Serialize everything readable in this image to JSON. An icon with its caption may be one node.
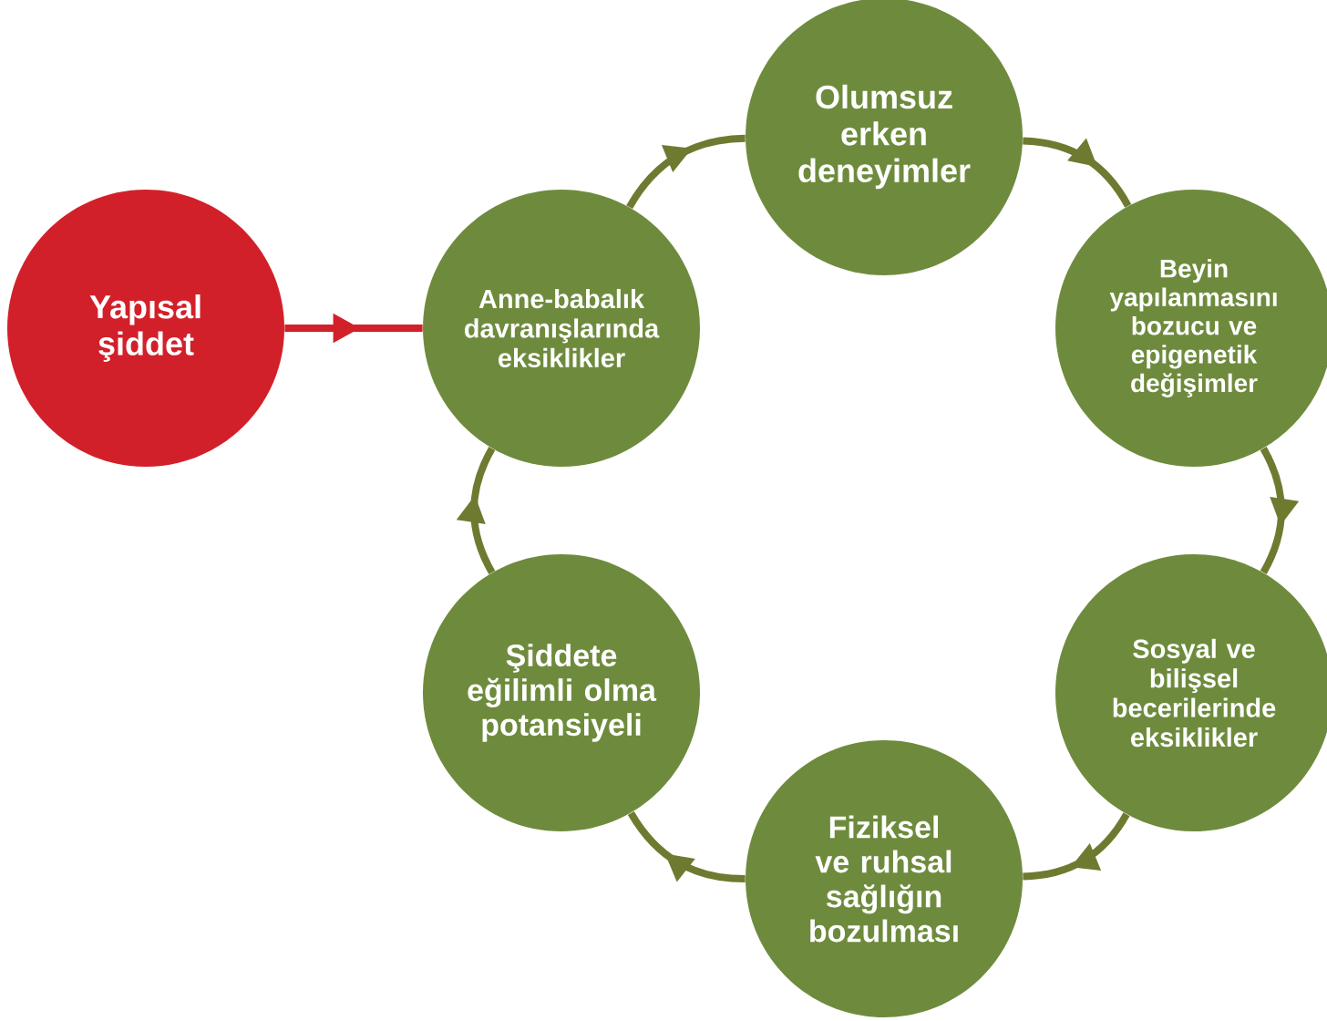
{
  "diagram": {
    "nodes": [
      {
        "text": [
          "Yapısal şiddet"
        ]
      },
      {
        "text": [
          "Anne-babalık davranışlarında eksiklikler"
        ]
      },
      {
        "text": [
          "Olumsuz erken deneyimler"
        ]
      },
      {
        "text": [
          "Beyin yapılanmasını bozucu ve epigenetik değişimler"
        ]
      },
      {
        "text": [
          "Sosyal ve bilişsel becerilerinde eksiklikler"
        ]
      },
      {
        "text": [
          "Fiziksel ve ruhsal sağlığın bozulması"
        ]
      },
      {
        "text": [
          "Şiddete eğilimli olma potansiyeli"
        ]
      }
    ],
    "edges": [
      {
        "from": 0,
        "to": 1,
        "arrow": "to",
        "color": "#d2202a"
      },
      {
        "from": 1,
        "to": 2,
        "arrow": "to"
      },
      {
        "from": 2,
        "to": 3,
        "arrow": "to"
      },
      {
        "from": 3,
        "to": 4,
        "arrow": "to"
      },
      {
        "from": 4,
        "to": 5,
        "arrow": "to"
      },
      {
        "from": 5,
        "to": 6,
        "arrow": "to"
      },
      {
        "from": 6,
        "to": 1,
        "arrow": "to"
      }
    ]
  }
}
